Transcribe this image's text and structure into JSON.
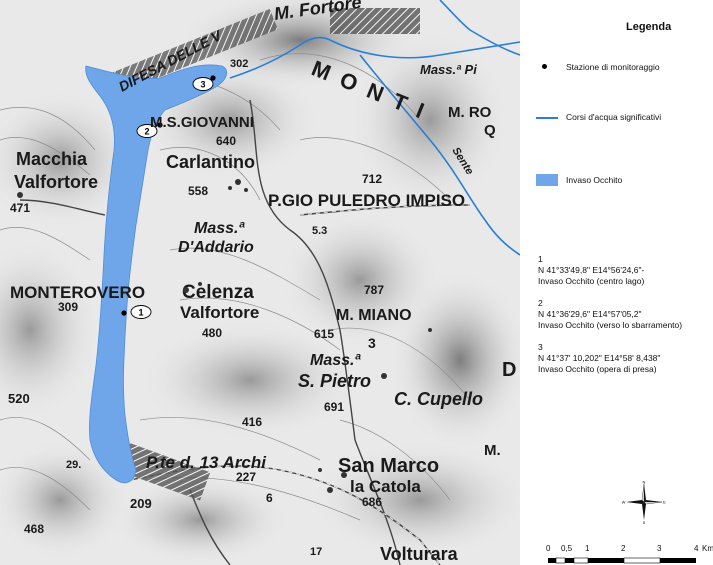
{
  "map": {
    "place_labels": {
      "difesa": "DIFESA DELLE V",
      "fortore": "M. Fortore",
      "mass_pi": "Mass.ª Pi",
      "monti": "MONTI",
      "sgiovanni": "M.S.GIOVANNI",
      "m_ro": "M. RO",
      "q": "Q",
      "sente": "Sente",
      "macchia": "Macchia",
      "valfortore1": "Valfortore",
      "carlantino": "Carlantino",
      "mass_addario": "Mass.ª",
      "daddario": "D'Addario",
      "pgio": "P.GIO PULEDRO IMPISO",
      "monterovero": "MONTEROVERO",
      "celenza": "Celenza",
      "valfortore2": "Valfortore",
      "mmiano": "M. MIANO",
      "mass_pietro": "Mass.ª",
      "spietro": "S. Pietro",
      "ccupello": "C. Cupello",
      "ponte": "P.te d. 13 Archi",
      "sanmarco": "San Marco",
      "lacatola": "la Catola",
      "volturara": "Volturara",
      "mletter": "M.",
      "dletter": "D"
    },
    "elevations": {
      "e302": "302",
      "e640": "640",
      "e558": "558",
      "e712": "712",
      "e471": "471",
      "e309": "309",
      "e480": "480",
      "e615": "615",
      "e787": "787",
      "e691": "691",
      "e520": "520",
      "e416": "416",
      "e227": "227",
      "e686": "686",
      "e209": "209",
      "e468": "468",
      "e53": "5.3",
      "e3": "3",
      "e17": "17",
      "e6": "6",
      "e29": "29."
    },
    "stations": [
      {
        "label": "1"
      },
      {
        "label": "2"
      },
      {
        "label": "3"
      }
    ],
    "colors": {
      "reservoir": "#6fa6e9",
      "river": "#2a7fd4"
    }
  },
  "legend": {
    "title": "Legenda",
    "items": [
      {
        "icon": "station-dot",
        "label": "Stazione di monitoraggio"
      },
      {
        "icon": "river-line",
        "label": "Corsi d'acqua significativi"
      },
      {
        "icon": "reservoir-patch",
        "label": "Invaso Occhito"
      }
    ],
    "stations": [
      {
        "number": "1",
        "coords": "N 41°33'49,8\"  E14°56'24,6\"-",
        "desc": "Invaso Occhito  (centro lago)"
      },
      {
        "number": "2",
        "coords": "N 41°36'29,6\"  E14°57'05,2\"",
        "desc": "Invaso Occhito  (verso lo sbarramento)"
      },
      {
        "number": "3",
        "coords": "N 41°37' 10,202\"  E14°58' 8,438\"",
        "desc": "Invaso Occhito  (opera di presa)"
      }
    ],
    "compass": {
      "n": "N",
      "s": "S",
      "e": "E",
      "w": "W"
    },
    "scale": {
      "ticks": [
        "0",
        "0,5",
        "1",
        "2",
        "3",
        "4"
      ],
      "unit": "Km"
    }
  }
}
